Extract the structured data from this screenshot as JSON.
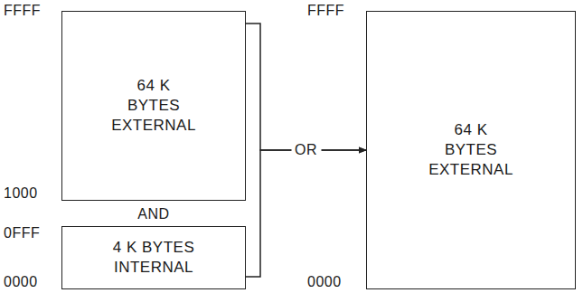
{
  "diagram": {
    "nodes": [
      {
        "text": [
          "64 K BYTES EXTERNAL"
        ]
      },
      {
        "text": [
          "4 K BYTES INTERNAL"
        ]
      },
      {
        "text": [
          "64 K BYTES EXTERNAL"
        ]
      }
    ],
    "edges": [
      {
        "from": 0,
        "to": 2,
        "arrow": "to",
        "label": "OR"
      },
      {
        "from": 1,
        "to": 2,
        "arrow": "to"
      }
    ],
    "labels": [
      "FFFF",
      "1000",
      "AND",
      "0FFF",
      "0000",
      "FFFF",
      "0000"
    ]
  }
}
